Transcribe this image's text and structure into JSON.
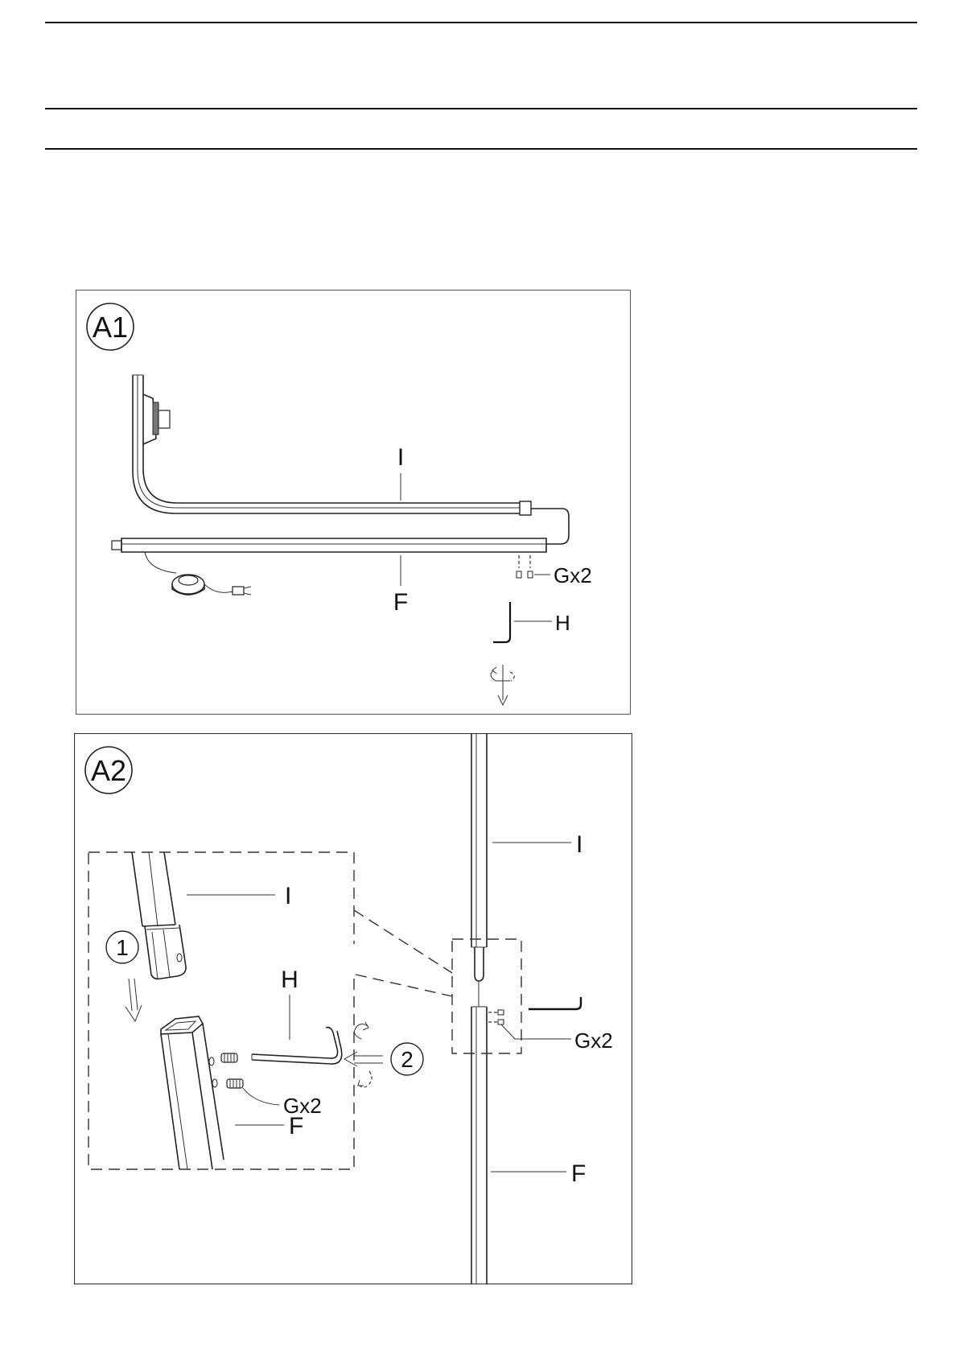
{
  "header": {
    "rules": [
      "top-rule",
      "middle-rule",
      "bottom-rule"
    ]
  },
  "panel_a1": {
    "badge": "A1",
    "labels": {
      "upper_tube": "I",
      "lower_tube": "F",
      "screws": "Gx2",
      "allen_key": "H"
    },
    "icons": [
      "floor-lamp-arm",
      "foot-switch",
      "plug",
      "screw",
      "allen-key",
      "rotate-arrow"
    ]
  },
  "panel_a2": {
    "badge": "A2",
    "steps": [
      "1",
      "2"
    ],
    "detail_labels": {
      "upper_tube": "I",
      "allen_key": "H",
      "screws": "Gx2",
      "lower_tube": "F"
    },
    "overview_labels": {
      "upper_tube": "I",
      "screws": "Gx2",
      "lower_tube": "F"
    },
    "icons": [
      "tube-end",
      "screw",
      "allen-key",
      "rotate-arrow",
      "down-arrow",
      "left-arrow"
    ]
  }
}
